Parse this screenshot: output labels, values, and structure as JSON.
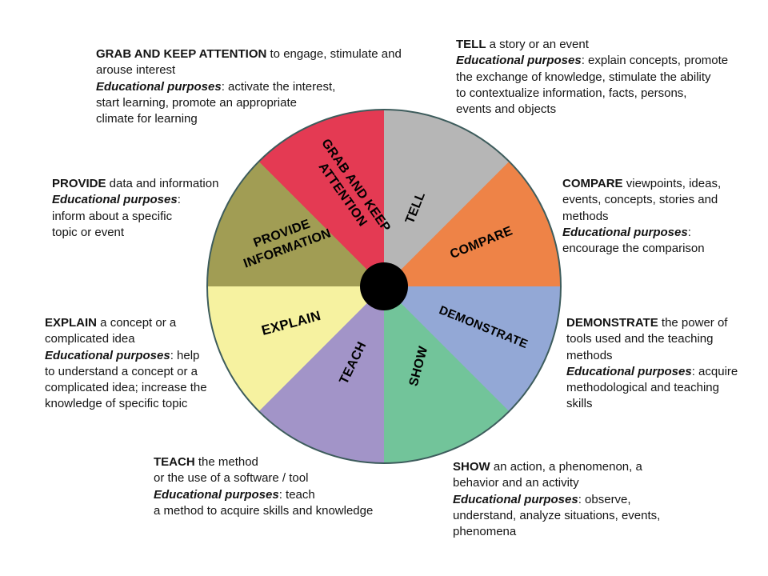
{
  "page": {
    "background": "#ffffff"
  },
  "wheel": {
    "outline_color": "#3d5c5c",
    "center_color": "#000000",
    "slices": [
      {
        "label": "TELL",
        "color": "#b6b6b6"
      },
      {
        "label": "COMPARE",
        "color": "#ee8347"
      },
      {
        "label": "DEMONSTRATE",
        "color": "#93a8d6"
      },
      {
        "label": "SHOW",
        "color": "#72c49a"
      },
      {
        "label": "TEACH",
        "color": "#a294c8"
      },
      {
        "label": "EXPLAIN",
        "color": "#f6f2a0"
      },
      {
        "label": "PROVIDE\nINFORMATION",
        "color": "#a19d54"
      },
      {
        "label": "GRAB AND KEEP\nATTENTION",
        "color": "#e43a53"
      }
    ]
  },
  "notes": [
    {
      "keyword": "GRAB AND KEEP ATTENTION",
      "desc": " to engage, stimulate and\narouse interest",
      "ep_label": "Educational purposes",
      "ep_text": ": activate the interest,\nstart learning, promote an appropriate\nclimate for learning"
    },
    {
      "keyword": "TELL",
      "desc": " a story or an event",
      "ep_label": "Educational purposes",
      "ep_text": ": explain concepts, promote\nthe exchange of knowledge, stimulate the ability\nto contextualize information, facts, persons,\nevents and objects"
    },
    {
      "keyword": "PROVIDE",
      "desc": " data and information",
      "ep_label": "Educational purposes",
      "ep_text": ":\ninform about a specific\ntopic or event"
    },
    {
      "keyword": "COMPARE",
      "desc": " viewpoints, ideas,\nevents, concepts, stories and\nmethods",
      "ep_label": "Educational purposes",
      "ep_text": ":\nencourage the comparison"
    },
    {
      "keyword": "EXPLAIN",
      "desc": " a concept or a\ncomplicated idea",
      "ep_label": "Educational purposes",
      "ep_text": ": help\nto understand a concept or a\ncomplicated idea; increase the\nknowledge of specific topic"
    },
    {
      "keyword": "DEMONSTRATE",
      "desc": " the power of\ntools used and the teaching\nmethods",
      "ep_label": "Educational purposes",
      "ep_text": ": acquire\nmethodological and teaching\nskills"
    },
    {
      "keyword": "TEACH",
      "desc": " the method\nor the use of a software / tool",
      "ep_label": "Educational purposes",
      "ep_text": ": teach\na method to acquire skills and knowledge"
    },
    {
      "keyword": "SHOW",
      "desc": " an action, a phenomenon, a\nbehavior and an activity",
      "ep_label": "Educational purposes",
      "ep_text": ": observe,\nunderstand, analyze situations, events,\nphenomena"
    }
  ]
}
